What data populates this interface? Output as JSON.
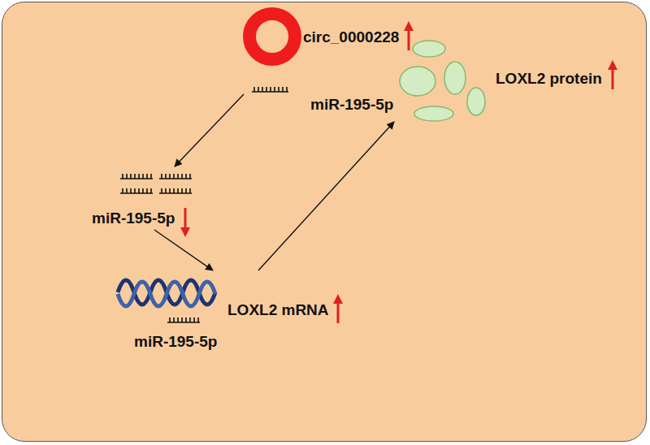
{
  "diagram": {
    "nodes": [
      {
        "text": [
          "circ_0000228"
        ]
      },
      {
        "text": [
          "miR-195-5p"
        ]
      },
      {
        "text": [
          "LOXL2 mRNA"
        ]
      },
      {
        "text": [
          "LOXL2 protein"
        ]
      }
    ],
    "edges": [
      {
        "from": 0,
        "to": 1,
        "arrow": "to"
      },
      {
        "from": 1,
        "to": 2,
        "arrow": "to"
      },
      {
        "from": 2,
        "to": 3,
        "arrow": "to"
      }
    ],
    "labels": [
      "miR-195-5p",
      "miR-195-5p"
    ]
  }
}
